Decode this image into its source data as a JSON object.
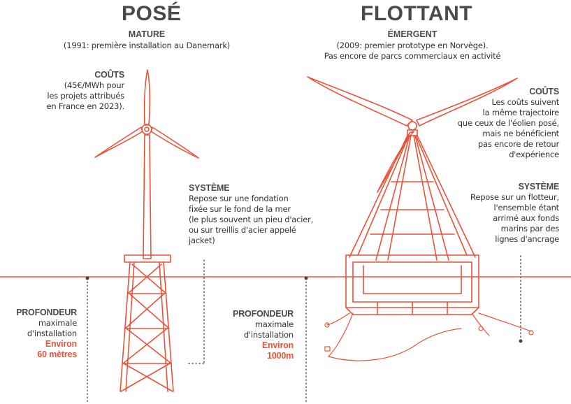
{
  "colors": {
    "accent": "#e8533a",
    "text": "#333333",
    "heading": "#4a4a4a",
    "sea": "#e8533a"
  },
  "pose": {
    "title": "POSÉ",
    "status_label": "MATURE",
    "status_note": "(1991: première installation au Danemark)",
    "costs_label": "COÛTS",
    "costs_lines": [
      "(45€/MWh pour",
      "les projets attribués",
      "en France en 2023)."
    ],
    "system_label": "SYSTÈME",
    "system_lines": [
      "Repose sur une fondation",
      "fixée sur le fond de la mer",
      "(le plus souvent un pieu d'acier,",
      "ou sur treillis d'acier appelé",
      "jacket)"
    ],
    "depth_label": "PROFONDEUR",
    "depth_lines": [
      "maximale",
      "d'installation"
    ],
    "depth_value_lines": [
      "Environ",
      "60 mètres"
    ]
  },
  "flottant": {
    "title": "FLOTTANT",
    "status_label": "ÉMERGENT",
    "status_notes": [
      "(2009: premier prototype en Norvège).",
      "Pas encore de parcs commerciaux en activité"
    ],
    "costs_label": "COÛTS",
    "costs_lines": [
      "Les coûts suivent",
      "la même trajectoire",
      "que ceux de l'éolien posé,",
      "mais ne bénéficient",
      "pas encore de retour",
      "d'expérience"
    ],
    "system_label": "SYSTÈME",
    "system_lines": [
      "Repose sur un flotteur,",
      "l'ensemble étant",
      "arrimé aux fonds",
      "marins par des",
      "lignes d'ancrage"
    ],
    "depth_label": "PROFONDEUR",
    "depth_lines": [
      "maximale",
      "d'installation"
    ],
    "depth_value_lines": [
      "Environ",
      "1000m"
    ]
  }
}
